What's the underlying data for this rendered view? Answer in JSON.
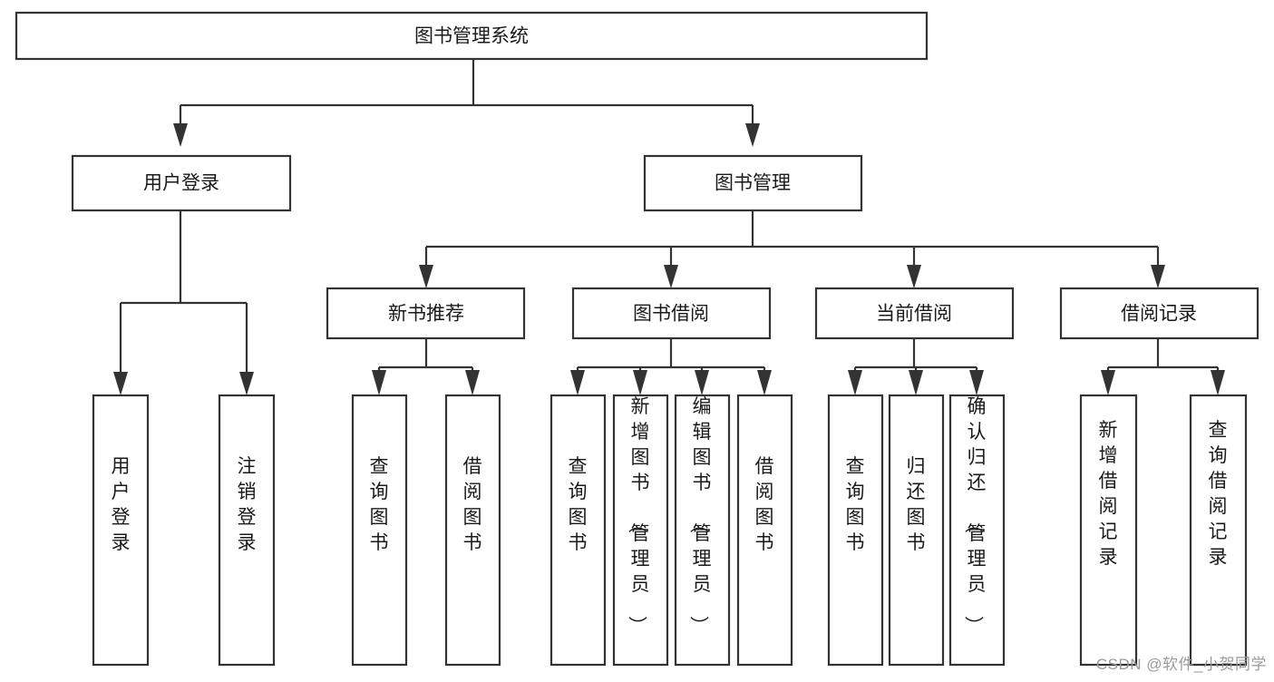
{
  "diagram": {
    "title": "图书管理系统",
    "type": "tree-hierarchy-chart",
    "root": {
      "id": "root",
      "label": "图书管理系统",
      "orientation": "horizontal"
    },
    "level2": [
      {
        "id": "user-login",
        "label": "用户登录",
        "orientation": "horizontal"
      },
      {
        "id": "book-manage",
        "label": "图书管理",
        "orientation": "horizontal"
      }
    ],
    "level3": [
      {
        "id": "new-book-recommend",
        "label": "新书推荐",
        "orientation": "horizontal",
        "parent": "book-manage"
      },
      {
        "id": "book-borrow",
        "label": "图书借阅",
        "orientation": "horizontal",
        "parent": "book-manage"
      },
      {
        "id": "current-borrow",
        "label": "当前借阅",
        "orientation": "horizontal",
        "parent": "book-manage"
      },
      {
        "id": "borrow-record",
        "label": "借阅记录",
        "orientation": "horizontal",
        "parent": "book-manage"
      }
    ],
    "leaves": [
      {
        "id": "leaf-user-login",
        "label": "用户登录",
        "orientation": "vertical",
        "parent": "user-login"
      },
      {
        "id": "leaf-user-logout",
        "label": "注销登录",
        "orientation": "vertical",
        "parent": "user-login"
      },
      {
        "id": "leaf-query-book-1",
        "label": "查询图书",
        "orientation": "vertical",
        "parent": "new-book-recommend"
      },
      {
        "id": "leaf-borrow-book-1",
        "label": "借阅图书",
        "orientation": "vertical",
        "parent": "new-book-recommend"
      },
      {
        "id": "leaf-query-book-2",
        "label": "查询图书",
        "orientation": "vertical",
        "parent": "book-borrow"
      },
      {
        "id": "leaf-add-book",
        "label": "新增图书（管理员）",
        "orientation": "vertical",
        "parent": "book-borrow"
      },
      {
        "id": "leaf-edit-book",
        "label": "编辑图书（管理员）",
        "orientation": "vertical",
        "parent": "book-borrow"
      },
      {
        "id": "leaf-borrow-book-2",
        "label": "借阅图书",
        "orientation": "vertical",
        "parent": "book-borrow"
      },
      {
        "id": "leaf-query-book-3",
        "label": "查询图书",
        "orientation": "vertical",
        "parent": "current-borrow"
      },
      {
        "id": "leaf-return-book",
        "label": "归还图书",
        "orientation": "vertical",
        "parent": "current-borrow"
      },
      {
        "id": "leaf-confirm-return",
        "label": "确认归还（管理员）",
        "orientation": "vertical",
        "parent": "current-borrow"
      },
      {
        "id": "leaf-add-record",
        "label": "新增借阅记录",
        "orientation": "vertical",
        "parent": "borrow-record"
      },
      {
        "id": "leaf-query-record",
        "label": "查询借阅记录",
        "orientation": "vertical",
        "parent": "borrow-record"
      }
    ]
  },
  "watermark": {
    "text": "CSDN @软件_小贺同学"
  },
  "colors": {
    "box_stroke": "#333333",
    "box_fill": "#ffffff",
    "text": "#1a1a1a",
    "watermark": "#9a9a9a",
    "background": "#ffffff"
  }
}
